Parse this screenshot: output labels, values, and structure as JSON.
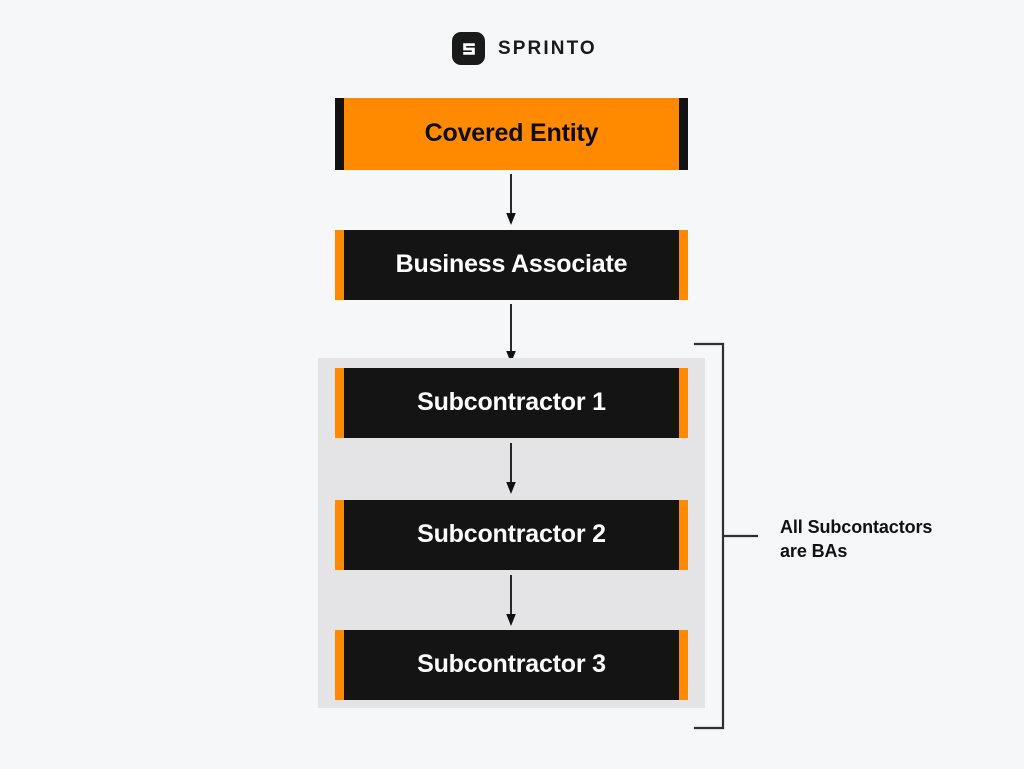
{
  "brand": {
    "name": "SPRINTO",
    "mark_icon": "sprinto-s-logo-icon",
    "mark_color": "#1a1a1a"
  },
  "palette": {
    "background": "#f6f7f9",
    "orange": "#ff8a00",
    "black": "#141414",
    "panel_gray": "#e4e4e6",
    "white": "#ffffff"
  },
  "diagram": {
    "nodes": [
      {
        "id": "covered-entity",
        "label": "Covered Entity",
        "variant": "orange"
      },
      {
        "id": "business-associate",
        "label": "Business Associate",
        "variant": "dark"
      },
      {
        "id": "subcontractor-1",
        "label": "Subcontractor 1",
        "variant": "dark"
      },
      {
        "id": "subcontractor-2",
        "label": "Subcontractor 2",
        "variant": "dark"
      },
      {
        "id": "subcontractor-3",
        "label": "Subcontractor 3",
        "variant": "dark"
      }
    ],
    "connectors": [
      {
        "id": "arrow-covered-entity-to-business-associate",
        "icon": "down-arrow-icon"
      },
      {
        "id": "arrow-business-associate-to-subcontractor-1",
        "icon": "down-arrow-icon"
      },
      {
        "id": "arrow-subcontractor-1-to-subcontractor-2",
        "icon": "down-arrow-icon"
      },
      {
        "id": "arrow-subcontractor-2-to-subcontractor-3",
        "icon": "down-arrow-icon"
      }
    ],
    "bracket_annotation": {
      "line_1": "All Subcontactors",
      "line_2": "are BAs",
      "text": "All Subcontactors\nare BAs"
    }
  }
}
